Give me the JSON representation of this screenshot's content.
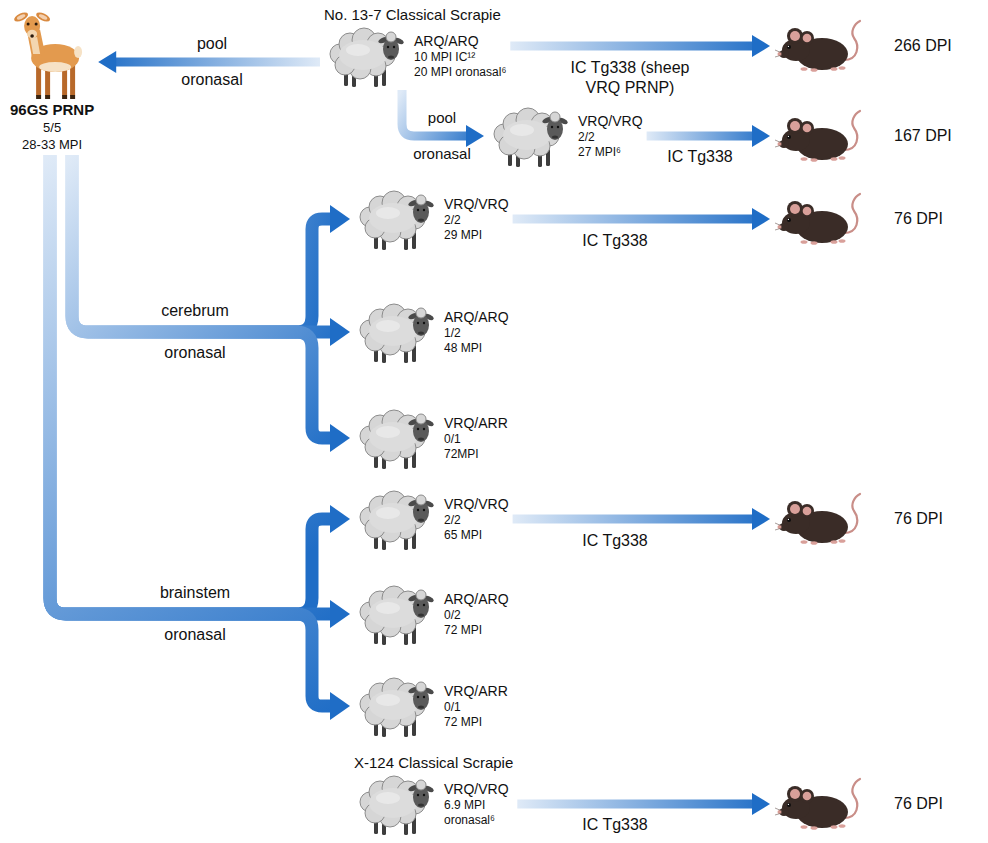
{
  "diagram": {
    "nodes": [
      {
        "text": [
          "96GS PRNP",
          "5/5",
          "28-33 MPI"
        ]
      },
      {
        "text": [
          "No. 13-7 Classical Scrapie",
          "ARQ/ARQ",
          "10 MPI IC¹²",
          "20 MPI oronasal⁶"
        ]
      },
      {
        "text": [
          "266 DPI"
        ]
      },
      {
        "text": [
          "VRQ/VRQ",
          "2/2",
          "27 MPI⁶"
        ]
      },
      {
        "text": [
          "167 DPI"
        ]
      },
      {
        "text": [
          "VRQ/VRQ",
          "2/2",
          "29 MPI"
        ]
      },
      {
        "text": [
          "76 DPI"
        ]
      },
      {
        "text": [
          "ARQ/ARQ",
          "1/2",
          "48 MPI"
        ]
      },
      {
        "text": [
          "VRQ/ARR",
          "0/1",
          "72MPI"
        ]
      },
      {
        "text": [
          "VRQ/VRQ",
          "2/2",
          "65 MPI"
        ]
      },
      {
        "text": [
          "76 DPI"
        ]
      },
      {
        "text": [
          "ARQ/ARQ",
          "0/2",
          "72 MPI"
        ]
      },
      {
        "text": [
          "VRQ/ARR",
          "0/1",
          "72 MPI"
        ]
      },
      {
        "text": [
          "X-124 Classical Scrapie",
          "VRQ/VRQ",
          "6.9 MPI",
          "oronasal⁶"
        ]
      },
      {
        "text": [
          "76 DPI"
        ]
      }
    ],
    "edges": [
      {
        "from": 1,
        "to": 0,
        "arrow": "to",
        "label": "pool oronasal"
      },
      {
        "from": 1,
        "to": 2,
        "arrow": "to",
        "label": "IC Tg338 (sheep VRQ PRNP)"
      },
      {
        "from": 1,
        "to": 3,
        "arrow": "to",
        "label": "pool oronasal"
      },
      {
        "from": 3,
        "to": 4,
        "arrow": "to",
        "label": "IC Tg338"
      },
      {
        "from": 0,
        "to": 5,
        "arrow": "to"
      },
      {
        "from": 0,
        "to": 7,
        "arrow": "to",
        "label": "cerebrum oronasal"
      },
      {
        "from": 0,
        "to": 8,
        "arrow": "to"
      },
      {
        "from": 5,
        "to": 6,
        "arrow": "to",
        "label": "IC Tg338"
      },
      {
        "from": 0,
        "to": 9,
        "arrow": "to"
      },
      {
        "from": 0,
        "to": 11,
        "arrow": "to",
        "label": "brainstem oronasal"
      },
      {
        "from": 0,
        "to": 12,
        "arrow": "to"
      },
      {
        "from": 9,
        "to": 10,
        "arrow": "to",
        "label": "IC Tg338"
      },
      {
        "from": 13,
        "to": 14,
        "arrow": "to",
        "label": "IC Tg338"
      }
    ]
  }
}
